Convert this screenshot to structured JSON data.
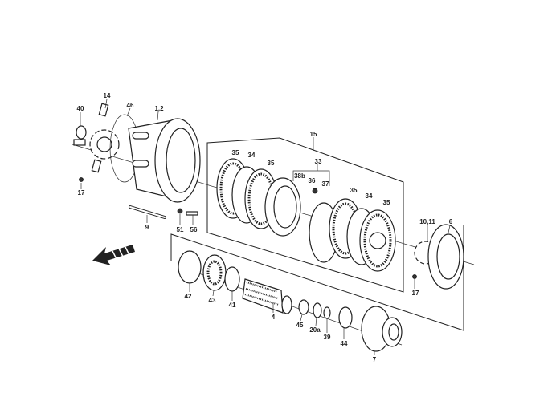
{
  "diagram": {
    "labels": {
      "p40": "40",
      "p14": "14",
      "p46": "46",
      "p1_2": "1,2",
      "p17a": "17",
      "p9": "9",
      "p51": "51",
      "p56": "56",
      "p15": "15",
      "p35a": "35",
      "p34a": "34",
      "p35b": "35",
      "p33": "33",
      "p38b": "38b",
      "p36": "36",
      "p37": "37",
      "p35c": "35",
      "p34b": "34",
      "p35d": "35",
      "p10_11": "10,11",
      "p6": "6",
      "p17b": "17",
      "p42": "42",
      "p43": "43",
      "p41": "41",
      "p4": "4",
      "p45": "45",
      "p20a": "20a",
      "p39": "39",
      "p44": "44",
      "p7": "7"
    }
  }
}
